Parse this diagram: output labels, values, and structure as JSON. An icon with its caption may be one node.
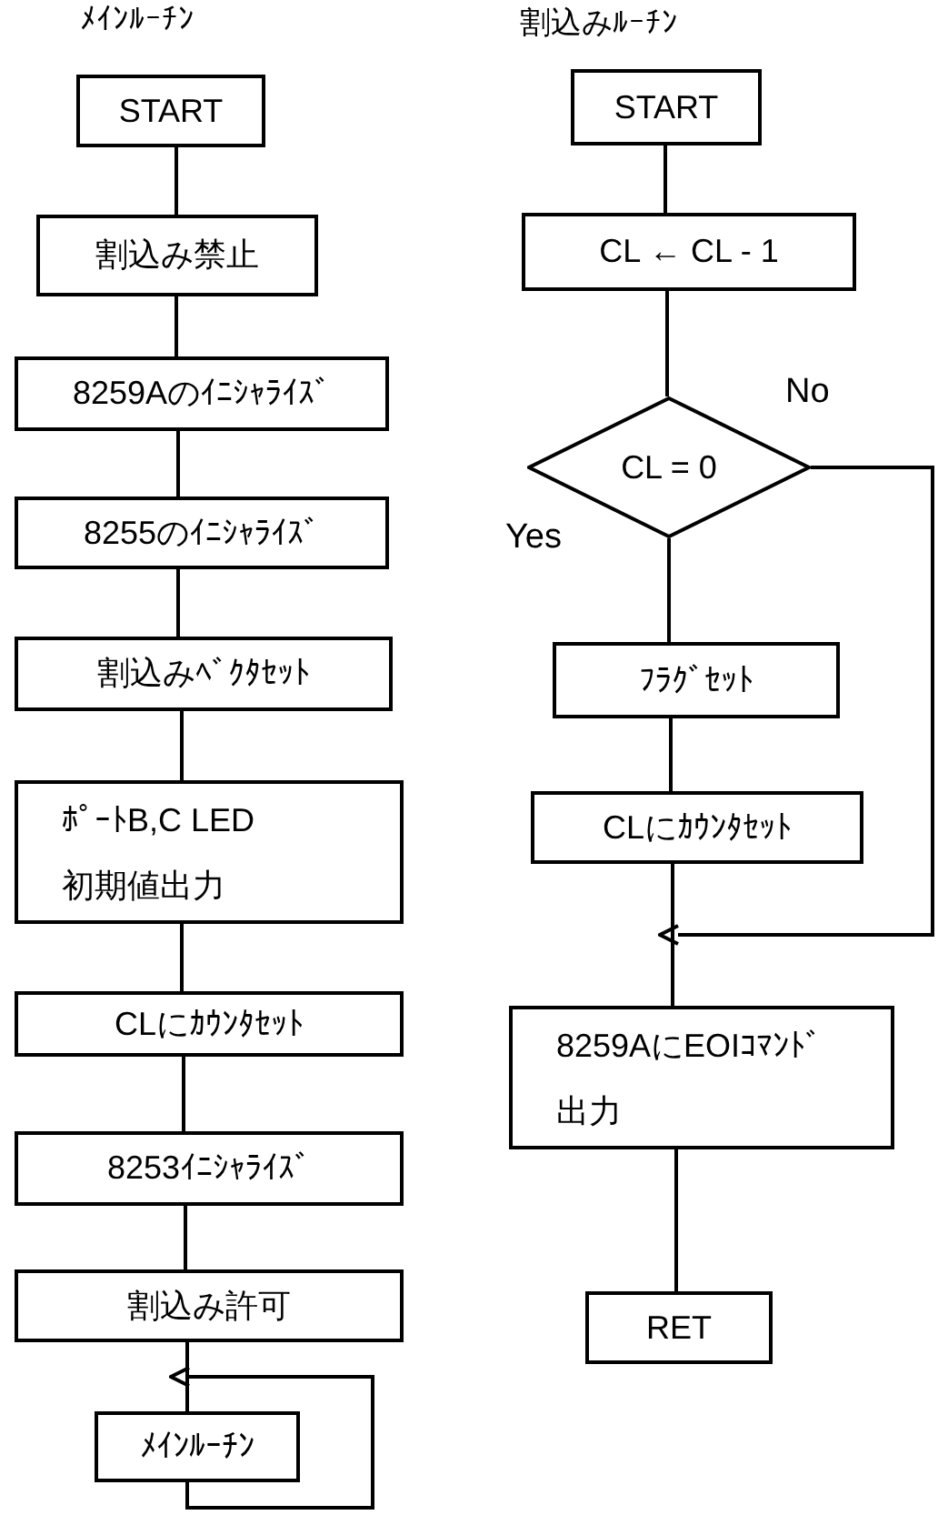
{
  "diagram": {
    "nodes": [
      {
        "text": [
          "START"
        ]
      },
      {
        "text": [
          "割込み禁止"
        ]
      },
      {
        "text": [
          "8259Aのｲﾆｼｬﾗｲｽﾞ"
        ]
      },
      {
        "text": [
          "8255のｲﾆｼｬﾗｲｽﾞ"
        ]
      },
      {
        "text": [
          "割込みﾍﾞｸﾀｾｯﾄ"
        ]
      },
      {
        "text": [
          "ﾎﾟｰﾄB,C LED 初期値出力"
        ]
      },
      {
        "text": [
          "CLにｶｳﾝﾀｾｯﾄ"
        ]
      },
      {
        "text": [
          "8253ｲﾆｼｬﾗｲｽﾞ"
        ]
      },
      {
        "text": [
          "割込み許可"
        ]
      },
      {
        "text": [
          "ﾒｲﾝﾙｰﾁﾝ"
        ]
      },
      {
        "text": [
          "START"
        ]
      },
      {
        "text": [
          "CL ← CL - 1"
        ]
      },
      {
        "text": [
          "CL = 0"
        ]
      },
      {
        "text": [
          "ﾌﾗｸﾞｾｯﾄ"
        ]
      },
      {
        "text": [
          "CLにｶｳﾝﾀｾｯﾄ"
        ]
      },
      {
        "text": [
          "8259AにEOIｺﾏﾝﾄﾞ出力"
        ]
      },
      {
        "text": [
          "RET"
        ]
      }
    ],
    "edges": [
      {
        "from": 0,
        "to": 1,
        "arrow": "none"
      },
      {
        "from": 1,
        "to": 2,
        "arrow": "none"
      },
      {
        "from": 2,
        "to": 3,
        "arrow": "none"
      },
      {
        "from": 3,
        "to": 4,
        "arrow": "none"
      },
      {
        "from": 4,
        "to": 5,
        "arrow": "none"
      },
      {
        "from": 5,
        "to": 6,
        "arrow": "none"
      },
      {
        "from": 6,
        "to": 7,
        "arrow": "none"
      },
      {
        "from": 7,
        "to": 8,
        "arrow": "none"
      },
      {
        "from": 8,
        "to": 9,
        "arrow": "none"
      },
      {
        "from": 9,
        "to": 9,
        "arrow": "to"
      },
      {
        "from": 10,
        "to": 11,
        "arrow": "none"
      },
      {
        "from": 11,
        "to": 12,
        "arrow": "none"
      },
      {
        "from": 12,
        "to": 13,
        "arrow": "none",
        "label": "Yes"
      },
      {
        "from": 13,
        "to": 14,
        "arrow": "none"
      },
      {
        "from": 14,
        "to": 15,
        "arrow": "none"
      },
      {
        "from": 12,
        "to": 15,
        "arrow": "to",
        "label": "No"
      },
      {
        "from": 15,
        "to": 16,
        "arrow": "none"
      }
    ],
    "labels": [
      "ﾒｲﾝﾙｰﾁﾝ",
      "割込みﾙｰﾁﾝ"
    ]
  }
}
